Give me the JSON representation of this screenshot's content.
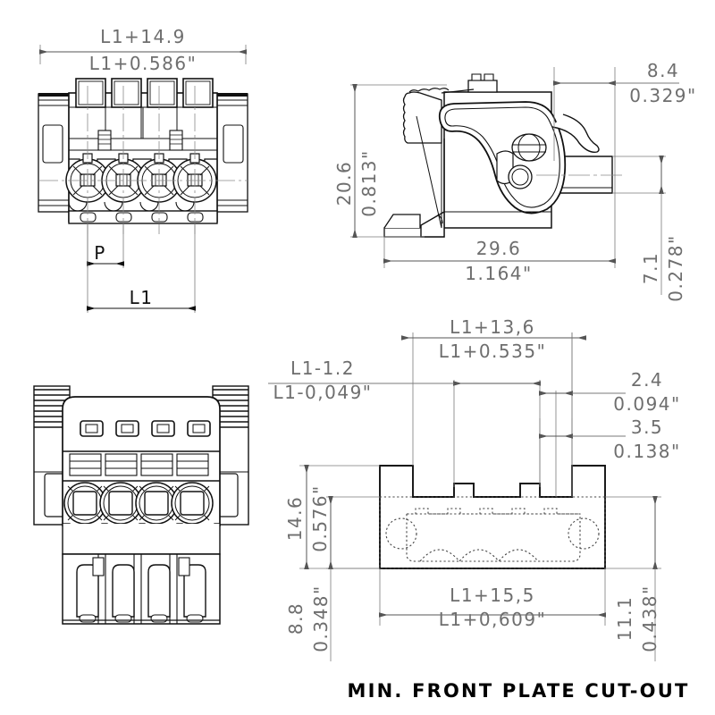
{
  "drawing": {
    "title_note": "MIN. FRONT PLATE CUT-OUT",
    "views": {
      "top_left": {
        "name": "top-view-connector",
        "poles": 4
      },
      "top_right": {
        "name": "side-view-connector"
      },
      "bottom_left": {
        "name": "front-view-connector",
        "poles": 4
      },
      "bottom_right": {
        "name": "front-plate-cutout-view"
      }
    }
  },
  "dimensions": {
    "top_left_view": {
      "overall_width_mm": "L1+14.9",
      "overall_width_in": "L1+0.586\"",
      "pitch_label": "P",
      "length_label": "L1"
    },
    "side_view": {
      "height_mm": "20.6",
      "height_in": "0.813\"",
      "depth_mm": "29.6",
      "depth_in": "1.164\"",
      "tail_length_mm": "8.4",
      "tail_length_in": "0.329\"",
      "tail_height_mm": "7.1",
      "tail_height_in": "0.278\""
    },
    "cutout_view": {
      "inner_width_mm": "L1+13,6",
      "inner_width_in": "L1+0.535\"",
      "notch_span_mm": "L1-1.2",
      "notch_span_in": "L1-0,049\"",
      "notch_width_mm": "2.4",
      "notch_width_in": "0.094\"",
      "edge_notch_width_mm": "3.5",
      "edge_notch_width_in": "0.138\"",
      "total_height_mm": "14.6",
      "total_height_in": "0.576\"",
      "body_height_mm": "8.8",
      "body_height_in": "0.348\"",
      "right_height_mm": "11.1",
      "right_height_in": "0.438\"",
      "overall_width_mm": "L1+15,5",
      "overall_width_in": "L1+0,609\""
    }
  },
  "colors": {
    "line": "#111111",
    "dim_line": "#7a7a7a",
    "dim_text": "#6e6e6e",
    "background": "#ffffff"
  }
}
